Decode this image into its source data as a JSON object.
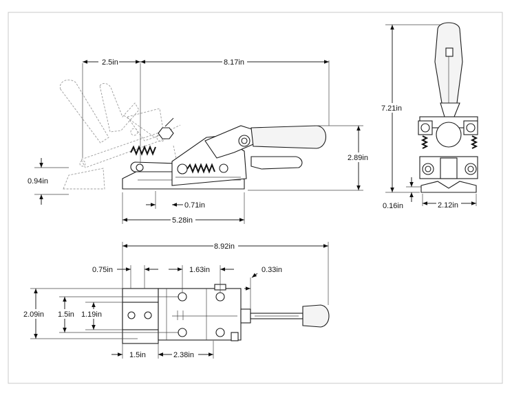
{
  "border_color": "#c8c8c8",
  "side_view": {
    "dim_top_left": "2.5in",
    "dim_top_right": "8.17in",
    "dim_height": "2.89in",
    "dim_base_height": "0.94in",
    "dim_base_offset": "0.71in",
    "dim_base_length": "5.28in"
  },
  "front_view": {
    "dim_total_height": "7.21in",
    "dim_base_thickness": "0.16in",
    "dim_base_width": "2.12in"
  },
  "top_view": {
    "dim_total_length": "8.92in",
    "dim_slot_offset": "0.75in",
    "dim_hole_spacing": "1.63in",
    "dim_plunger": "0.33in",
    "dim_overall_width": "2.09in",
    "dim_hole_span": "1.5in",
    "dim_body_width": "1.19in",
    "dim_bottom_left": "1.5in",
    "dim_bottom_right": "2.38in"
  }
}
